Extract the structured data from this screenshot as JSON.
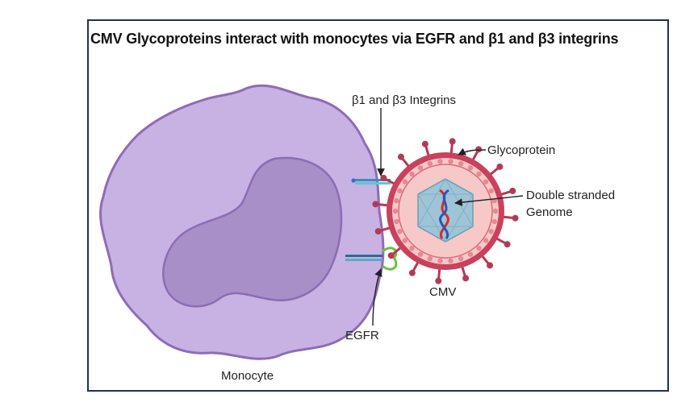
{
  "title": "CMV Glycoproteins interact with monocytes via EGFR and β1 and β3 integrins",
  "labels": {
    "integrins": "β1 and β3 Integrins",
    "glycoprotein": "Glycoprotein",
    "genome_line1": "Double stranded",
    "genome_line2": "Genome",
    "cmv": "CMV",
    "egfr": "EGFR",
    "monocyte": "Monocyte"
  },
  "colors": {
    "monocyte_fill": "#c7b2e3",
    "monocyte_edge": "#8e6cb6",
    "nucleus_fill": "#a98fc8",
    "virus_envelope": "#c9415c",
    "virus_inner": "#f6c9c8",
    "capsid": "#9fc4d6",
    "dna_red": "#d42c2c",
    "dna_blue": "#2b55b8",
    "frame": "#1f2f5c"
  },
  "icons": [
    "arrow-icon"
  ]
}
